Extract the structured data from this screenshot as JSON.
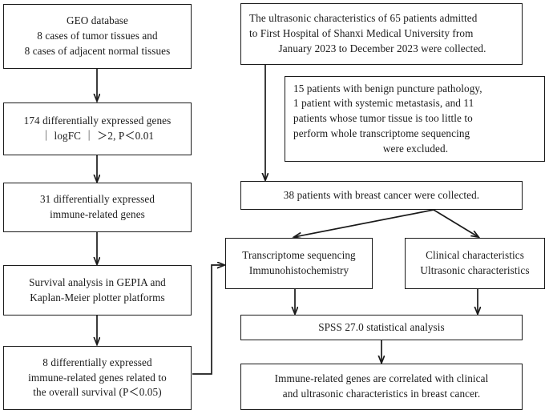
{
  "diagram": {
    "title": "Study workflow flowchart",
    "stroke_color": "#1a1a1a",
    "background_color": "#ffffff",
    "nodes": {
      "geo_database": {
        "lines": [
          "GEO database",
          "8 cases of tumor tissues and",
          "8 cases of adjacent normal tissues"
        ]
      },
      "deg_174": {
        "lines": [
          "174 differentially expressed genes",
          "｜ logFC ｜ ＞2, P＜0.01"
        ]
      },
      "deg_31_immune": {
        "lines": [
          "31 differentially expressed",
          "immune-related genes"
        ]
      },
      "survival_analysis": {
        "lines": [
          "Survival analysis in GEPIA and",
          "Kaplan-Meier plotter platforms"
        ]
      },
      "deg_8_survival": {
        "lines": [
          "8 differentially expressed",
          "immune-related genes related to",
          "the overall survival (P＜0.05)"
        ]
      },
      "ultrasonic_cohort": {
        "lines": [
          "The ultrasonic characteristics of 65 patients admitted",
          "to First Hospital of Shanxi Medical University from",
          "January 2023 to December 2023 were collected."
        ],
        "last_line_centered": true
      },
      "exclusions": {
        "lines": [
          "15 patients with benign puncture pathology,",
          "1 patient with systemic metastasis, and 11",
          "patients whose tumor tissue is too little to",
          "perform whole transcriptome sequencing",
          "were excluded."
        ],
        "last_line_centered": true
      },
      "patients_38": {
        "lines": [
          "38 patients with breast cancer were collected."
        ]
      },
      "transcriptome": {
        "lines": [
          "Transcriptome sequencing",
          "Immunohistochemistry"
        ]
      },
      "clinical": {
        "lines": [
          "Clinical characteristics",
          "Ultrasonic characteristics"
        ]
      },
      "spss": {
        "lines": [
          "SPSS 27.0 statistical analysis"
        ]
      },
      "conclusion": {
        "lines": [
          "Immune-related genes are correlated with clinical",
          "and ultrasonic characteristics in breast cancer."
        ]
      }
    },
    "edges": [
      {
        "name": "geo-to-deg174",
        "type": "straight-down-arrow"
      },
      {
        "name": "deg174-to-deg31",
        "type": "straight-down-arrow"
      },
      {
        "name": "deg31-to-survival",
        "type": "straight-down-arrow"
      },
      {
        "name": "survival-to-deg8",
        "type": "straight-down-arrow"
      },
      {
        "name": "deg8-to-transcriptome",
        "type": "elbow-right-up-arrow"
      },
      {
        "name": "cohort-to-patients38",
        "type": "straight-down-arrow"
      },
      {
        "name": "patients38-to-transcriptome",
        "type": "diagonal-left-arrow"
      },
      {
        "name": "patients38-to-clinical",
        "type": "diagonal-right-arrow"
      },
      {
        "name": "transcriptome-to-spss",
        "type": "straight-down-arrow"
      },
      {
        "name": "clinical-to-spss",
        "type": "straight-down-arrow"
      },
      {
        "name": "spss-to-conclusion",
        "type": "straight-down-arrow"
      }
    ]
  }
}
